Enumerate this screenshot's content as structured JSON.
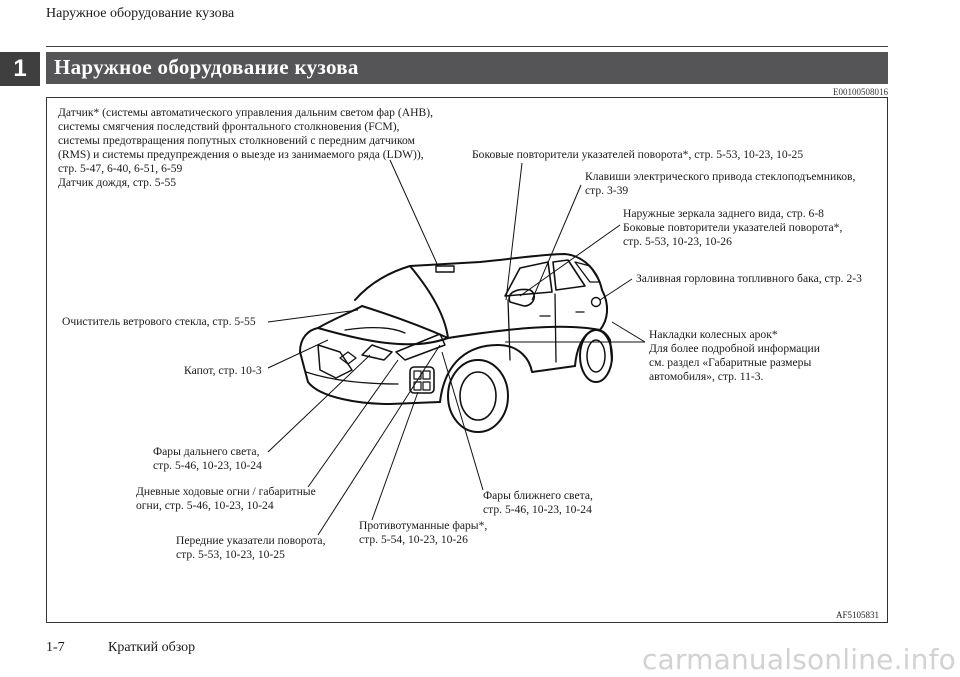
{
  "header": {
    "running_title": "Наружное оборудование кузова",
    "chapter_number": "1",
    "section_title": "Наружное оборудование кузова",
    "doc_code": "E00100508016"
  },
  "callouts": {
    "sensor": "Датчик* (системы автоматического управления дальним светом фар (AHB),\nсистемы смягчения последствий фронтального столкновения (FCM),\nсистемы предотвращения попутных столкновений с передним датчиком\n(RMS) и системы предупреждения о выезде из занимаемого ряда (LDW)),\nстр. 5-47, 6-40, 6-51, 6-59\nДатчик дождя, стр. 5-55",
    "side_repeaters": "Боковые повторители указателей поворота*, стр. 5-53, 10-23, 10-25",
    "window_switches": "Клавиши электрического привода стеклоподъемников,\nстр. 3-39",
    "mirrors": "Наружные зеркала заднего вида, стр. 6-8\nБоковые повторители указателей поворота*,\nстр. 5-53, 10-23, 10-26",
    "fuel_filler": "Заливная горловина топливного бака, стр. 2-3",
    "wheel_arch": "Накладки колесных арок*\nДля более подробной информации\nсм. раздел «Габаритные размеры\nавтомобиля», стр. 11-3.",
    "wiper": "Очиститель ветрового стекла, стр. 5-55",
    "hood": "Капот, стр. 10-3",
    "high_beam": "Фары дальнего света,\nстр. 5-46, 10-23, 10-24",
    "drl": "Дневные ходовые огни / габаритные\nогни, стр. 5-46, 10-23, 10-24",
    "front_turn": "Передние указатели поворота,\nстр. 5-53, 10-23, 10-25",
    "fog": "Противотуманные фары*,\nстр. 5-54, 10-23, 10-26",
    "low_beam": "Фары ближнего света,\nстр. 5-46, 10-23, 10-24"
  },
  "figure_code": "AF5105831",
  "footer": {
    "page": "1-7",
    "chapter": "Краткий обзор",
    "watermark": "carmanualsonline.info"
  }
}
